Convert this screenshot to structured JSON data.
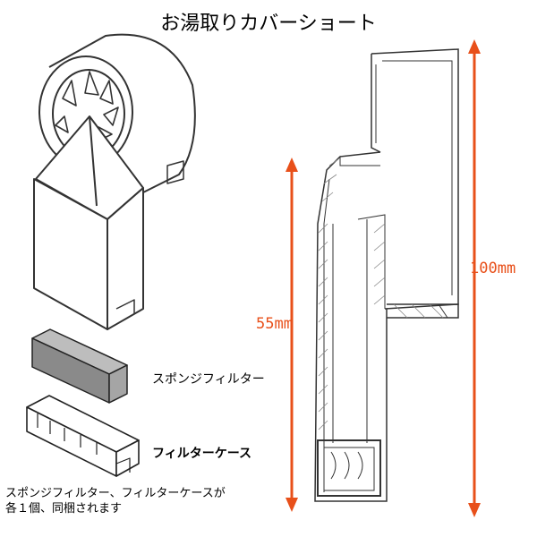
{
  "title": "お湯取りカバーショート",
  "labels": {
    "sponge_filter": "スポンジフィルター",
    "filter_case": "フィルターケース"
  },
  "note": {
    "line1": "スポンジフィルター、フィルターケースが",
    "line2": "各１個、同梱されます"
  },
  "dimensions": {
    "short": "55mm",
    "tall": "100mm"
  },
  "colors": {
    "line": "#333333",
    "dimension": "#e8501a",
    "sponge": "#8a8a8a",
    "hatch": "#888888"
  }
}
